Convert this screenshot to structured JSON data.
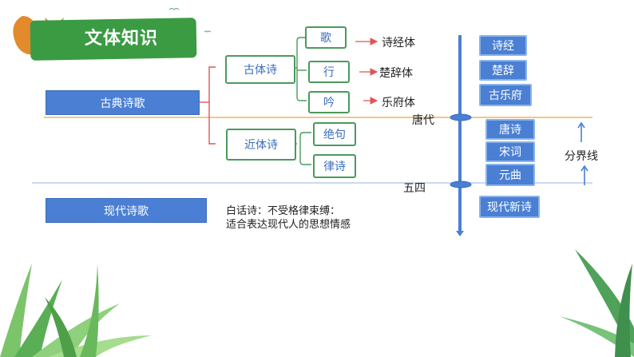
{
  "title": "文体知识",
  "categories": {
    "classical": "古典诗歌",
    "modern": "现代诗歌"
  },
  "classical_branches": {
    "ancient_style": "古体诗",
    "modern_style": "近体诗"
  },
  "ancient_style_items": [
    {
      "label": "歌",
      "leads_to": "诗经体"
    },
    {
      "label": "行",
      "leads_to": "楚辞体"
    },
    {
      "label": "吟",
      "leads_to": "乐府体"
    }
  ],
  "modern_style_items": [
    "绝句",
    "律诗"
  ],
  "modern_poetry_desc": [
    "白话诗：不受格律束缚：",
    "适合表达现代人的思想情感"
  ],
  "timeline": {
    "markers": [
      "唐代",
      "五四"
    ],
    "before_tang": [
      "诗经",
      "楚辞",
      "古乐府"
    ],
    "tang_to_may4": [
      "唐诗",
      "宋词",
      "元曲"
    ],
    "after_may4": [
      "现代新诗"
    ],
    "divider_label": "分界线"
  },
  "colors": {
    "brand_green": "#3a9b43",
    "box_blue": "#4a7fd3",
    "bracket_red": "#e05555",
    "divider_orange": "#e8a640",
    "timeline_blue": "#4a7fd3"
  }
}
